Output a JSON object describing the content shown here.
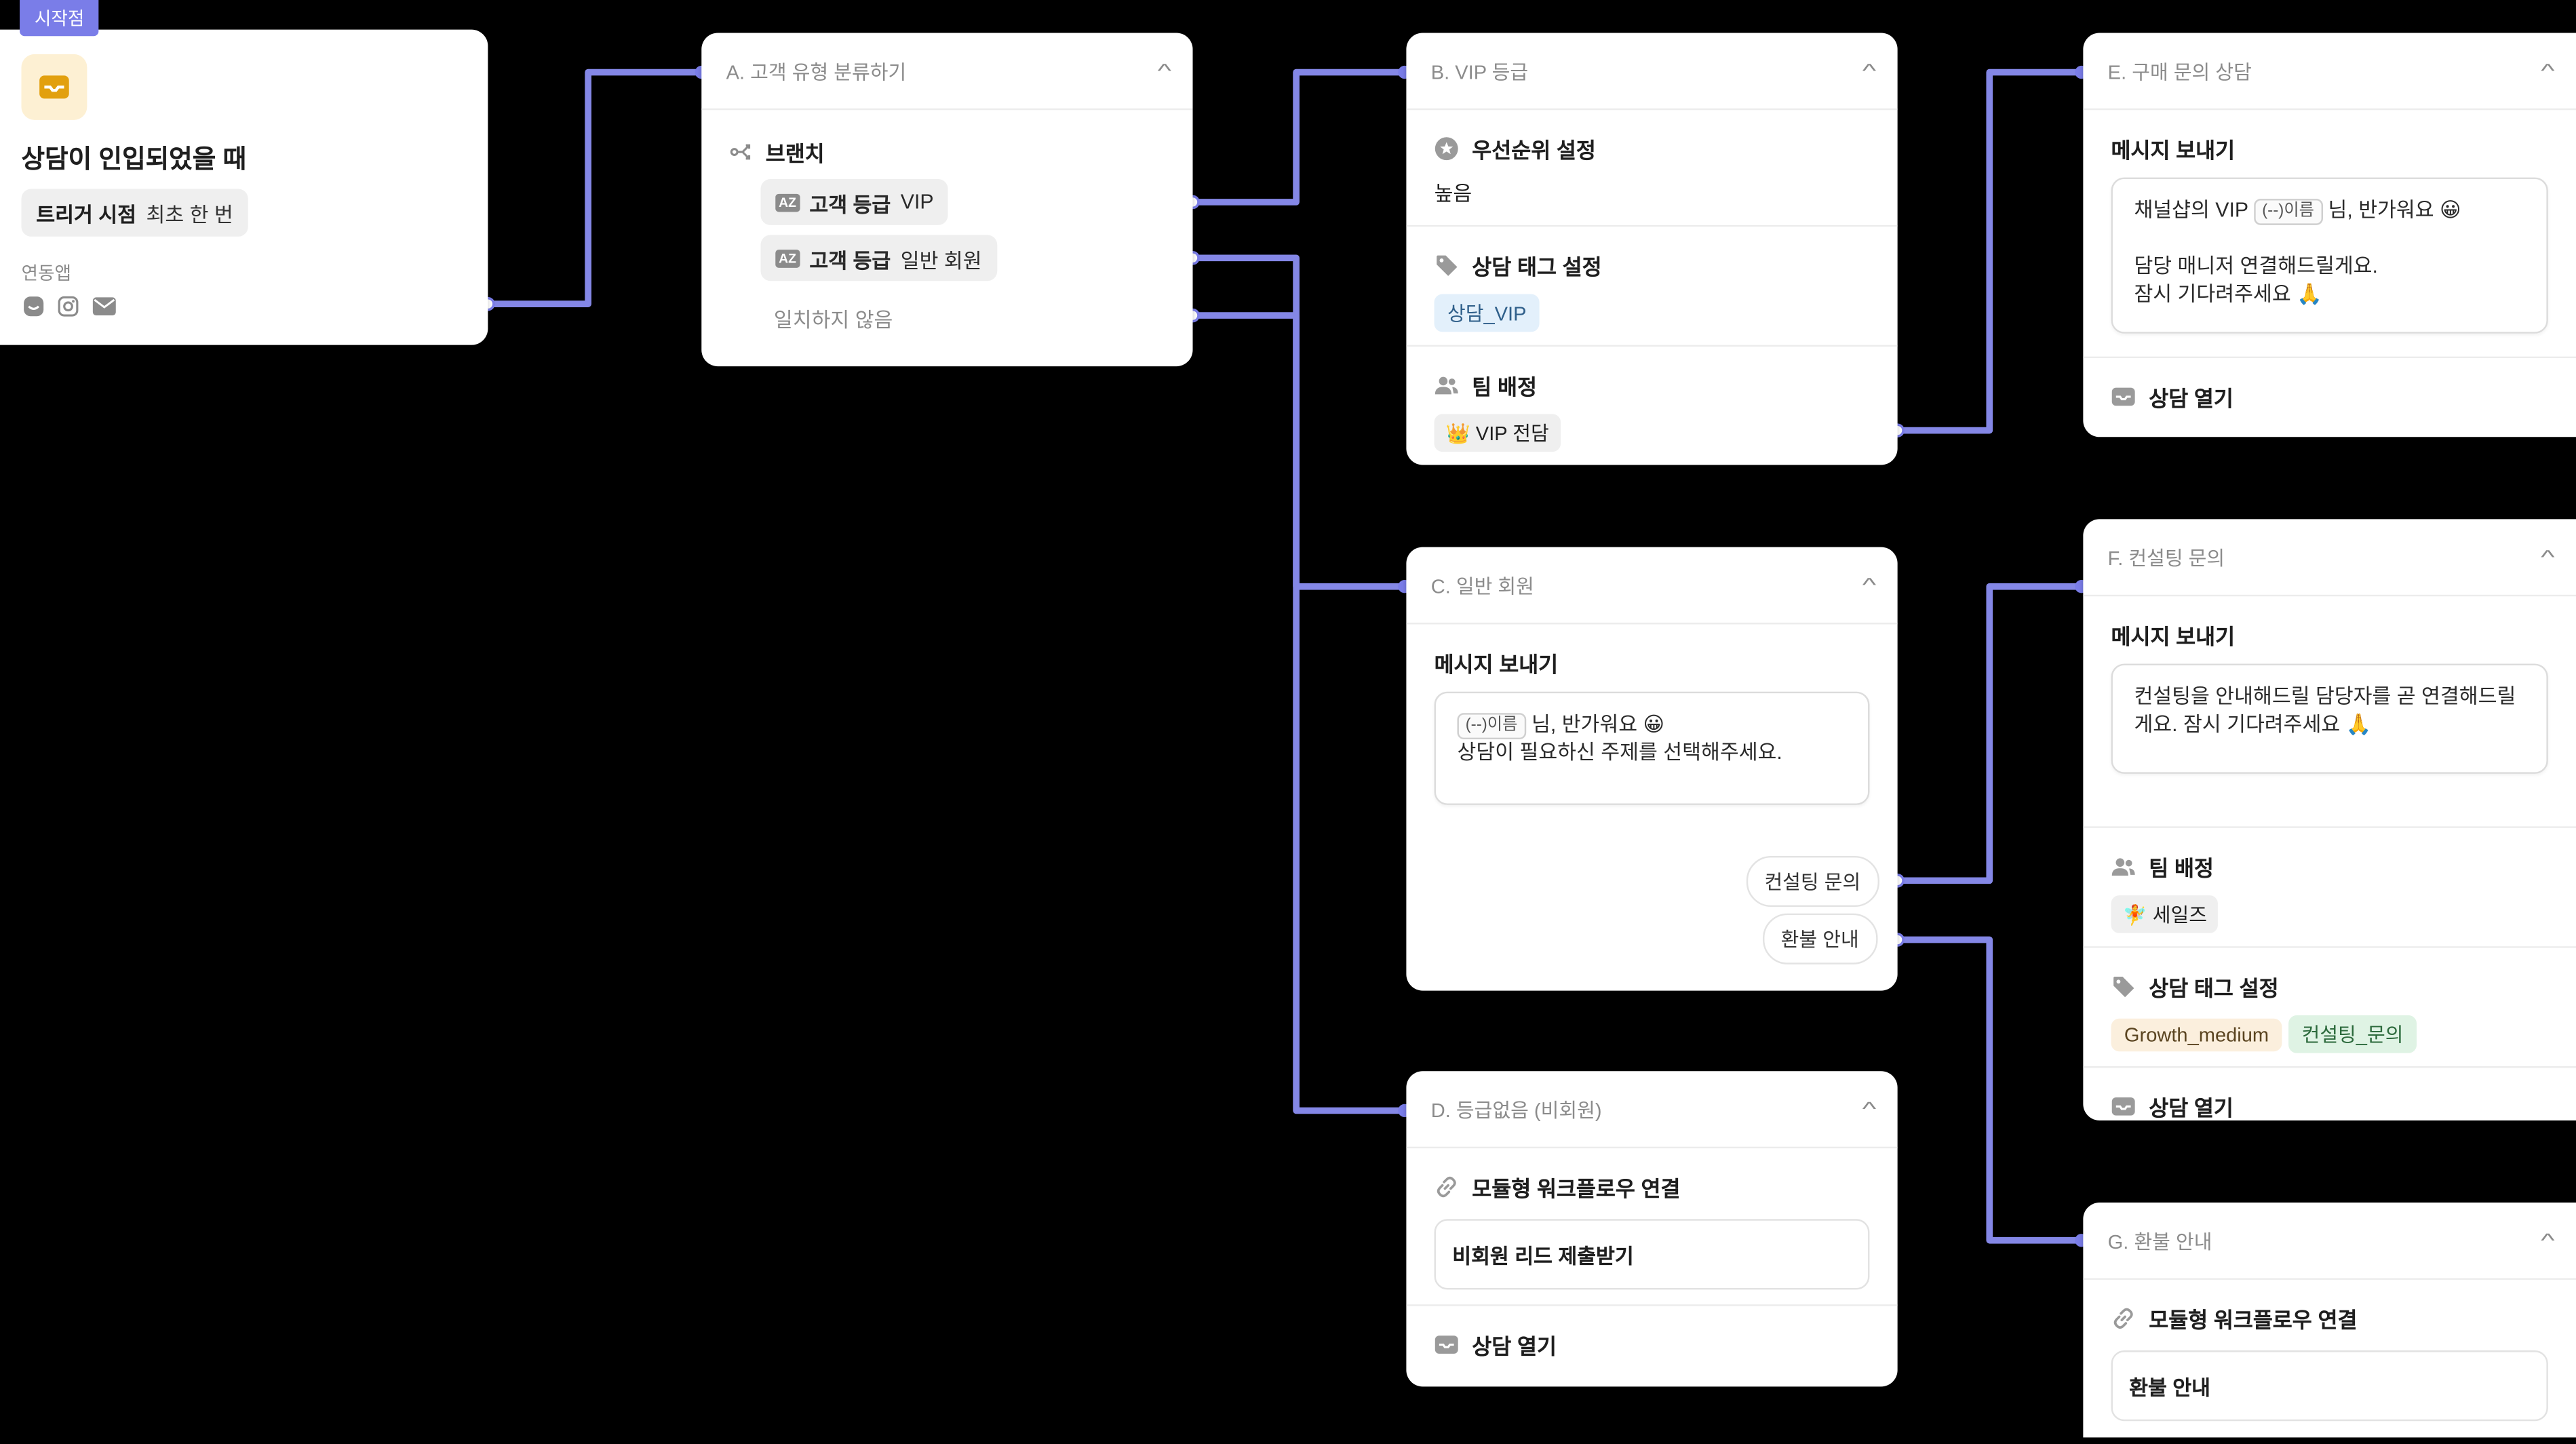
{
  "start": {
    "badge": "시작점",
    "title": "상담이 인입되었을 때",
    "trigger_label": "트리거 시점",
    "trigger_value": "최초 한 번",
    "apps_label": "연동앱"
  },
  "nodeA": {
    "title": "A. 고객 유형 분류하기",
    "branch_label": "브랜치",
    "conditions": [
      {
        "key": "고객 등급",
        "value": "VIP"
      },
      {
        "key": "고객 등급",
        "value": "일반 회원"
      }
    ],
    "no_match": "일치하지 않음"
  },
  "nodeB": {
    "title": "B. VIP 등급",
    "priority_label": "우선순위 설정",
    "priority_value": "높음",
    "tag_label": "상담 태그 설정",
    "tag": "상담_VIP",
    "team_label": "팀 배정",
    "team": "👑 VIP 전담"
  },
  "nodeC": {
    "title": "C. 일반 회원",
    "msg_label": "메시지 보내기",
    "var": "(--)이름",
    "msg_line1": "님, 반가워요 😀",
    "msg_line2": "상담이 필요하신 주제를 선택해주세요.",
    "choices": [
      "컨설팅 문의",
      "환불 안내"
    ]
  },
  "nodeD": {
    "title": "D. 등급없음 (비회원)",
    "link_label": "모듈형 워크플로우 연결",
    "link_value": "비회원 리드 제출받기",
    "open_label": "상담 열기"
  },
  "nodeE": {
    "title": "E. 구매 문의 상담",
    "msg_label": "메시지 보내기",
    "msg_prefix": "채널샵의 VIP",
    "var": "(--)이름",
    "msg_suffix": "님, 반가워요 😀",
    "msg_line2": "담당 매니저 연결해드릴게요.",
    "msg_line3": "잠시 기다려주세요 🙏",
    "open_label": "상담 열기"
  },
  "nodeF": {
    "title": "F. 컨설팅 문의",
    "msg_label": "메시지 보내기",
    "msg": "컨설팅을 안내해드릴 담당자를 곧 연결해드릴게요. 잠시 기다려주세요 🙏",
    "team_label": "팀 배정",
    "team": "🧚 세일즈",
    "tag_label": "상담 태그 설정",
    "tags": [
      "Growth_medium",
      "컨설팅_문의"
    ],
    "open_label": "상담 열기"
  },
  "nodeG": {
    "title": "G. 환불 안내",
    "link_label": "모듈형 워크플로우 연결",
    "link_value": "환불 안내"
  },
  "colors": {
    "accent": "#7a7de8",
    "tag_blue_bg": "#e3f0fb",
    "tag_orange_bg": "#fbefdd",
    "tag_green_bg": "#dff3e4"
  }
}
